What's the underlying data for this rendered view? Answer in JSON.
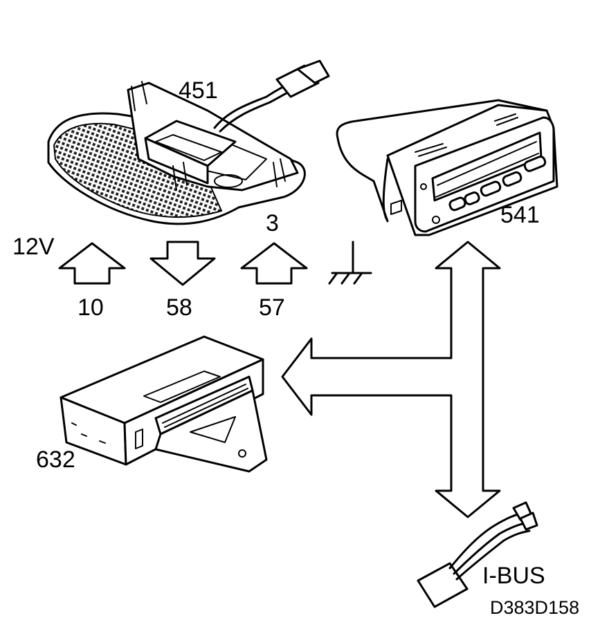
{
  "labels": {
    "interior_lamp": "451",
    "display_unit": "541",
    "control_module": "632",
    "voltage": "12V",
    "pin_10": "10",
    "pin_58": "58",
    "pin_3": "3",
    "pin_57": "57",
    "bus": "I-BUS",
    "figure_code": "D383D158"
  },
  "icons": {
    "up_arrow_10": "up-arrow-icon",
    "down_arrow_58": "down-arrow-icon",
    "up_arrow_57": "up-arrow-icon",
    "ground": "ground-symbol-icon",
    "bus_arrows": "bidirectional-arrow-icon"
  }
}
